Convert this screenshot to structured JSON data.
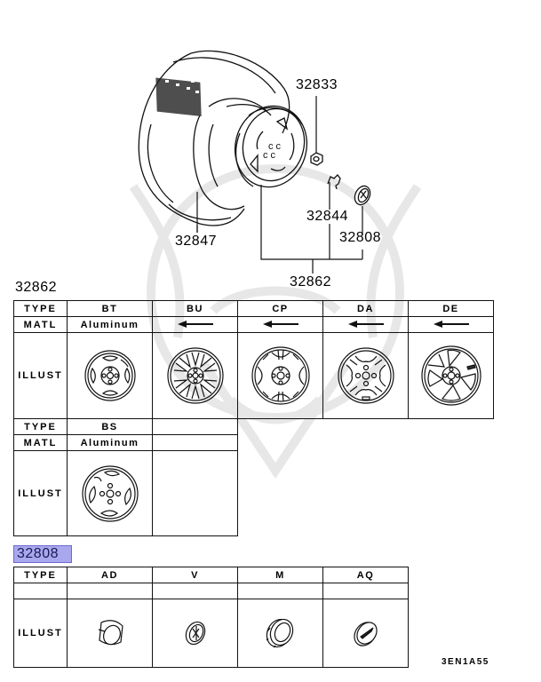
{
  "diagram": {
    "callouts": {
      "bolt": "32833",
      "valve": "32844",
      "cap": "32808",
      "tire": "32847",
      "wheel": "32862"
    }
  },
  "wheel_table": {
    "section_label": "32862",
    "row_labels": {
      "type": "TYPE",
      "matl": "MATL",
      "illust": "ILLUST"
    },
    "row1": [
      {
        "type": "BT",
        "matl": "Aluminum",
        "matl_same_as_left": false,
        "illust": "5-spoke-wheel"
      },
      {
        "type": "BU",
        "matl": "",
        "matl_same_as_left": true,
        "illust": "10-spoke-wheel"
      },
      {
        "type": "CP",
        "matl": "",
        "matl_same_as_left": true,
        "illust": "6-spoke-wheel"
      },
      {
        "type": "DA",
        "matl": "",
        "matl_same_as_left": true,
        "illust": "multi-spoke-wheel"
      },
      {
        "type": "DE",
        "matl": "",
        "matl_same_as_left": true,
        "illust": "5-spoke-sport-wheel"
      }
    ],
    "row2": [
      {
        "type": "BS",
        "matl": "Aluminum",
        "matl_same_as_left": false,
        "illust": "5-spoke-wheel"
      }
    ]
  },
  "cap_table": {
    "section_label": "32808",
    "section_label_highlight": "#a9a8ee",
    "row_labels": {
      "type": "TYPE",
      "illust": "ILLUST"
    },
    "columns": [
      {
        "type": "AD",
        "illust": "round-cap"
      },
      {
        "type": "V",
        "illust": "ornament-cap"
      },
      {
        "type": "M",
        "illust": "hex-cap"
      },
      {
        "type": "AQ",
        "illust": "logo-cap"
      }
    ]
  },
  "figure_code": "3EN1A55"
}
